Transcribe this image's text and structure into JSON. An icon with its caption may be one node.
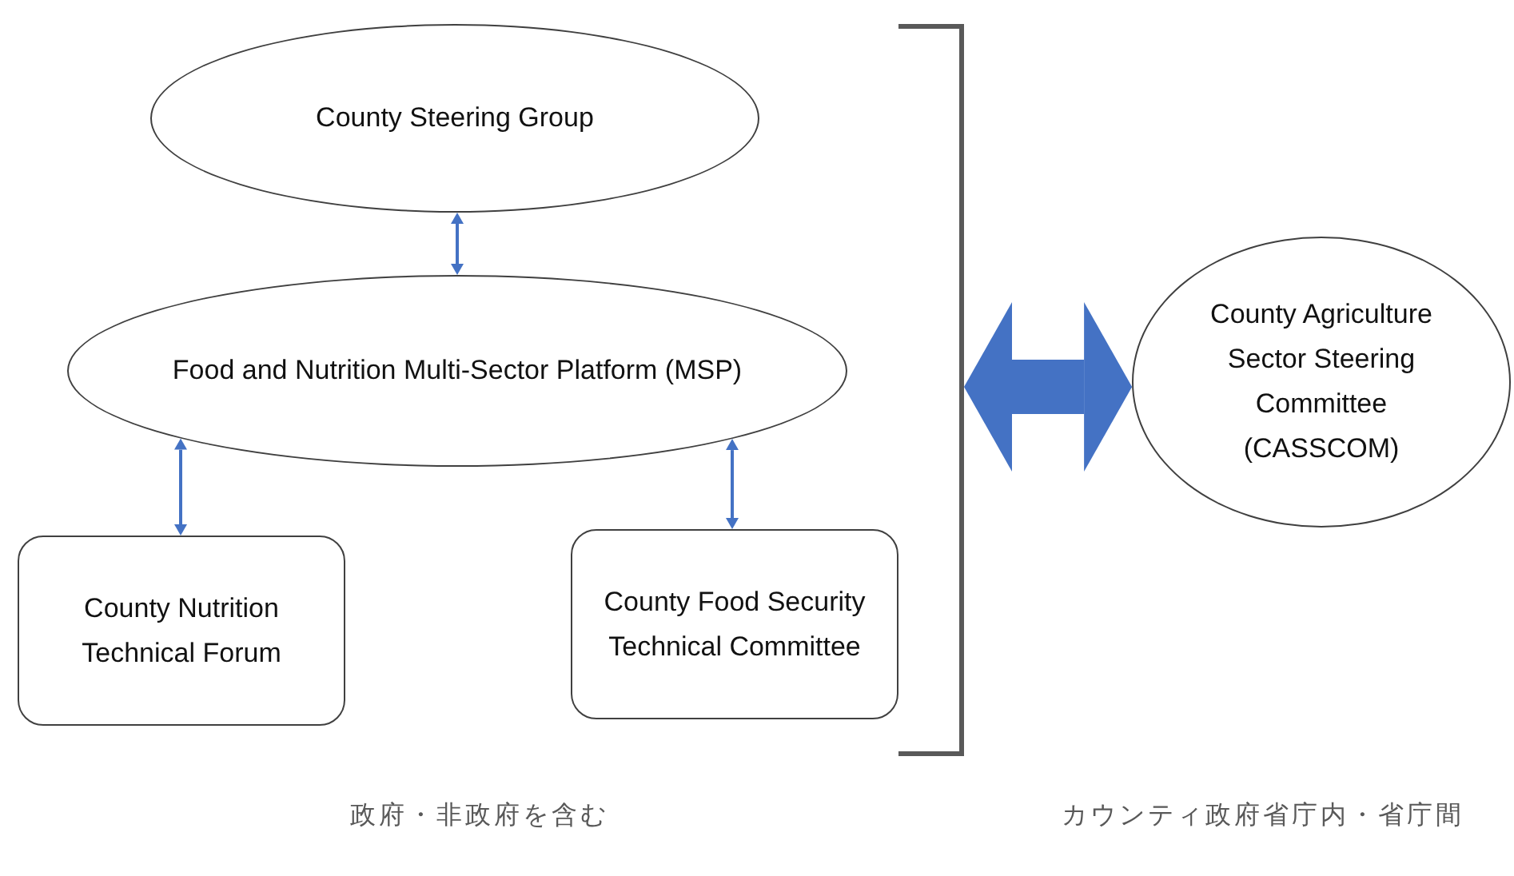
{
  "diagram": {
    "nodes": [
      {
        "text": [
          "County Steering Group"
        ]
      },
      {
        "text": [
          "Food and Nutrition Multi-Sector Platform (MSP)"
        ]
      },
      {
        "text": [
          "County Nutrition Technical Forum"
        ]
      },
      {
        "text": [
          "County Food Security Technical Committee"
        ]
      },
      {
        "text": [],
        "shape": "bracket"
      },
      {
        "text": [
          "County Agriculture Sector Steering Committee (CASSCOM)"
        ]
      }
    ],
    "edges": [
      {
        "from": 0,
        "to": 1,
        "arrow": "both"
      },
      {
        "from": 1,
        "to": 2,
        "arrow": "both"
      },
      {
        "from": 1,
        "to": 3,
        "arrow": "both"
      },
      {
        "from": 4,
        "to": 5,
        "arrow": "both",
        "style": "thick"
      }
    ],
    "labels": [
      "政府・非政府を含む",
      "カウンティ政府省庁内・省庁間"
    ]
  }
}
